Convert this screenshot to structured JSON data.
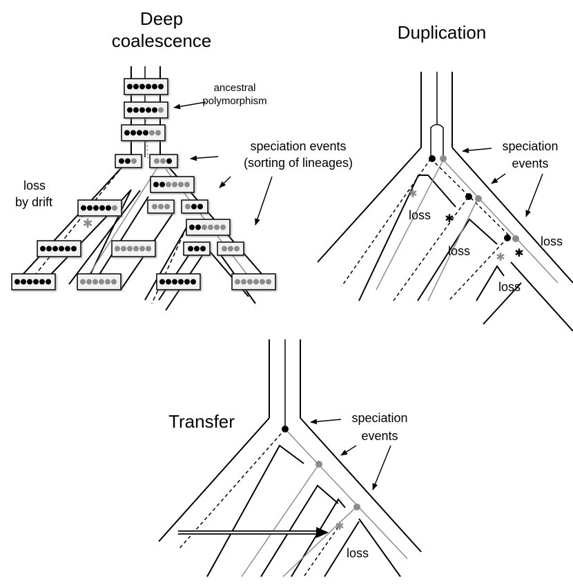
{
  "panels": {
    "deep_coalescence": {
      "title_line1": "Deep",
      "title_line2": "coalescence",
      "ancestral_line1": "ancestral",
      "ancestral_line2": "polymorphism",
      "speciation_line1": "speciation events",
      "speciation_line2": "(sorting of lineages)",
      "loss_line1": "loss",
      "loss_line2": "by drift"
    },
    "duplication": {
      "title": "Duplication",
      "speciation_line1": "speciation",
      "speciation_line2": "events",
      "loss_a": "loss",
      "loss_b": "loss",
      "loss_c": "loss",
      "loss_d": "loss"
    },
    "transfer": {
      "title": "Transfer",
      "speciation_line1": "speciation",
      "speciation_line2": "events",
      "loss": "loss"
    }
  },
  "colors": {
    "black_allele": "#000000",
    "gray_allele": "#8c8c8c",
    "gene_gray": "#8c8c8c",
    "box_fill": "#f2f2f2"
  }
}
